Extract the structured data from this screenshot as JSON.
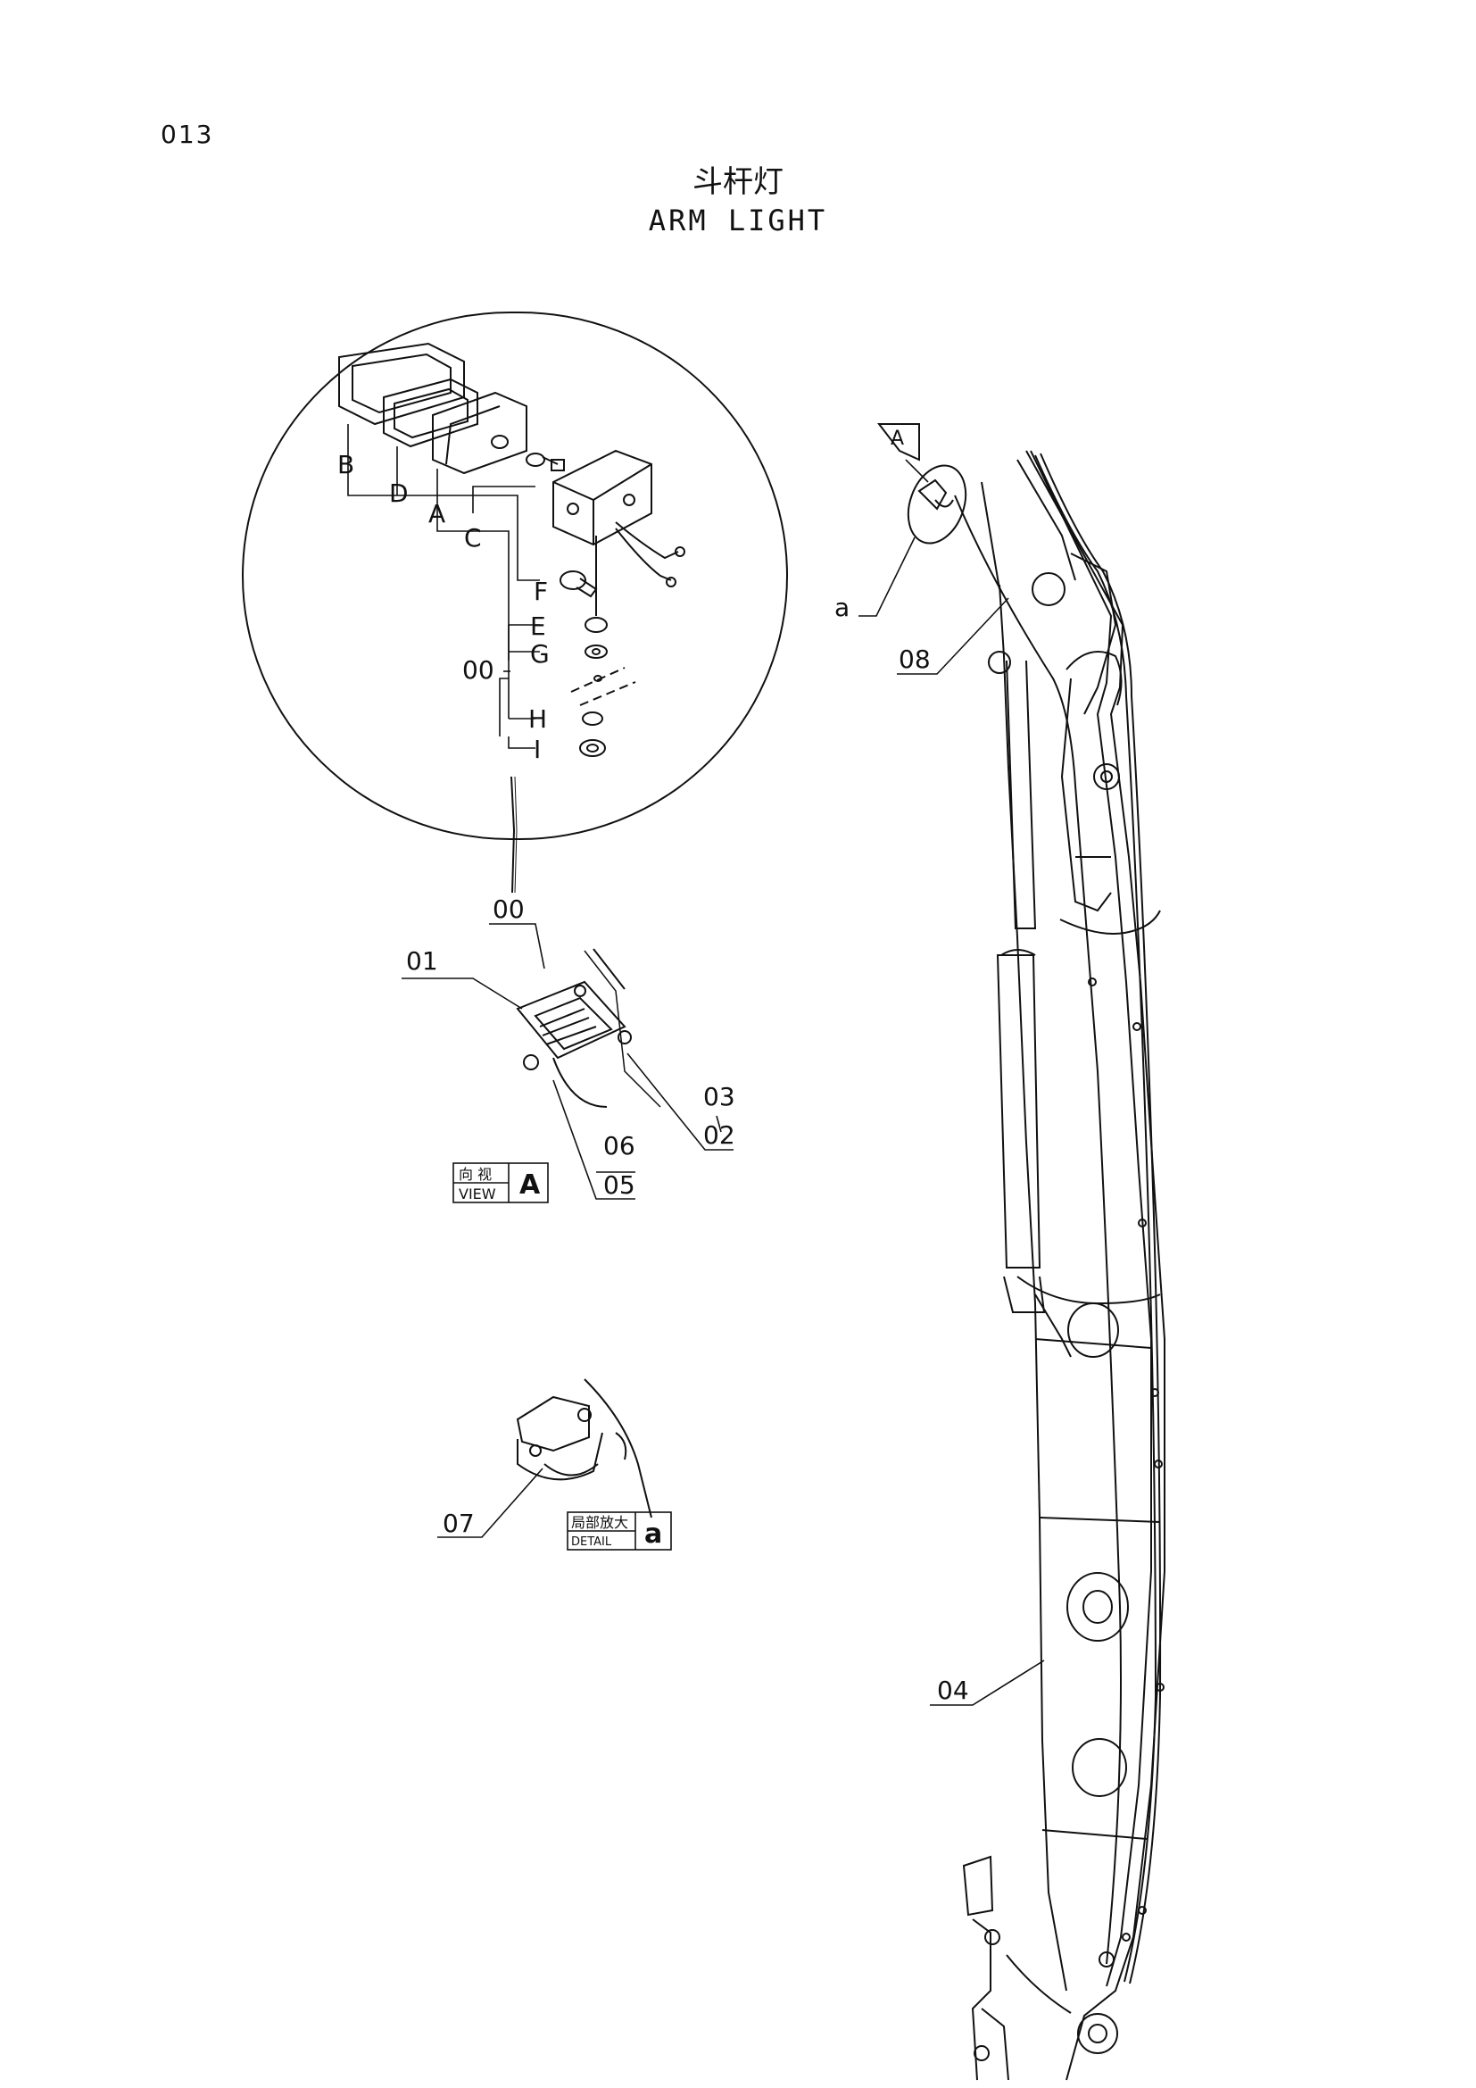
{
  "page": {
    "number": "013",
    "title_cn": "斗杆灯",
    "title_en": "ARM LIGHT"
  },
  "exploded_view": {
    "letter_labels": [
      "B",
      "D",
      "A",
      "C",
      "F",
      "E",
      "G",
      "H",
      "I"
    ],
    "assembly_label": "00"
  },
  "view_a": {
    "callouts": [
      "00",
      "01",
      "03",
      "02",
      "06",
      "05"
    ],
    "tag_cn": "向 视",
    "tag_en": "VIEW",
    "tag_letter": "A"
  },
  "detail_a": {
    "callout": "07",
    "tag_cn": "局部放大",
    "tag_en": "DETAIL",
    "tag_letter": "a"
  },
  "arm": {
    "view_flag": "A",
    "detail_mark": "a",
    "callouts": [
      "08",
      "04"
    ]
  }
}
